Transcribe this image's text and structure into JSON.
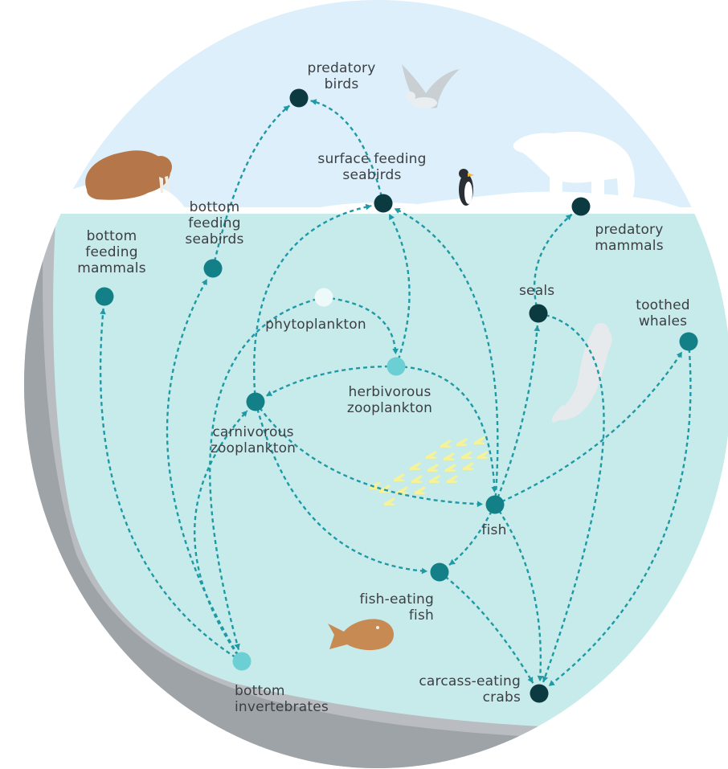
{
  "colors": {
    "sky": "#dceffa",
    "water": "#c7ebeb",
    "seafloor": "#a7abaf",
    "arrow": "#1f9aa5",
    "node_dark": "#0b3b40",
    "node_teal": "#137f86",
    "node_light": "#6ccfd3",
    "node_white": "#eef9fa",
    "walrus": "#b5774a",
    "fish_shape": "#c88a53",
    "school_fish": "#f4f29a",
    "ice": "#ffffff",
    "seal": "#e6eaec"
  },
  "nodes": [
    {
      "id": "predatory_birds",
      "label": "predatory\nbirds",
      "tone": "dark"
    },
    {
      "id": "surface_seabirds",
      "label": "surface feeding\nseabirds",
      "tone": "dark"
    },
    {
      "id": "bottom_seabirds",
      "label": "bottom\nfeeding\nseabirds",
      "tone": "teal"
    },
    {
      "id": "bottom_mammals",
      "label": "bottom\nfeeding\nmammals",
      "tone": "teal"
    },
    {
      "id": "predatory_mammals",
      "label": "predatory\nmammals",
      "tone": "dark"
    },
    {
      "id": "seals",
      "label": "seals",
      "tone": "dark"
    },
    {
      "id": "toothed_whales",
      "label": "toothed\nwhales",
      "tone": "teal"
    },
    {
      "id": "phytoplankton",
      "label": "phytoplankton",
      "tone": "white"
    },
    {
      "id": "herbivorous_zooplankton",
      "label": "herbivorous\nzooplankton",
      "tone": "light"
    },
    {
      "id": "carnivorous_zooplankton",
      "label": "carnivorous\nzooplankton",
      "tone": "teal"
    },
    {
      "id": "fish",
      "label": "fish",
      "tone": "teal"
    },
    {
      "id": "fish_eating_fish",
      "label": "fish-eating\nfish",
      "tone": "teal"
    },
    {
      "id": "carcass_crabs",
      "label": "carcass-eating\ncrabs",
      "tone": "dark"
    },
    {
      "id": "bottom_invertebrates",
      "label": "bottom\ninvertebrates",
      "tone": "light"
    }
  ],
  "links": [
    {
      "from": "bottom_seabirds",
      "to": "predatory_birds"
    },
    {
      "from": "surface_seabirds",
      "to": "predatory_birds"
    },
    {
      "from": "phytoplankton",
      "to": "herbivorous_zooplankton"
    },
    {
      "from": "phytoplankton",
      "to": "bottom_invertebrates"
    },
    {
      "from": "herbivorous_zooplankton",
      "to": "surface_seabirds"
    },
    {
      "from": "herbivorous_zooplankton",
      "to": "carnivorous_zooplankton"
    },
    {
      "from": "herbivorous_zooplankton",
      "to": "fish"
    },
    {
      "from": "carnivorous_zooplankton",
      "to": "surface_seabirds"
    },
    {
      "from": "carnivorous_zooplankton",
      "to": "fish"
    },
    {
      "from": "carnivorous_zooplankton",
      "to": "fish_eating_fish"
    },
    {
      "from": "fish",
      "to": "surface_seabirds"
    },
    {
      "from": "fish",
      "to": "seals"
    },
    {
      "from": "fish",
      "to": "toothed_whales"
    },
    {
      "from": "fish",
      "to": "fish_eating_fish"
    },
    {
      "from": "fish",
      "to": "carcass_crabs"
    },
    {
      "from": "fish_eating_fish",
      "to": "carcass_crabs"
    },
    {
      "from": "seals",
      "to": "predatory_mammals"
    },
    {
      "from": "seals",
      "to": "carcass_crabs"
    },
    {
      "from": "toothed_whales",
      "to": "carcass_crabs"
    },
    {
      "from": "bottom_invertebrates",
      "to": "bottom_mammals"
    },
    {
      "from": "bottom_invertebrates",
      "to": "bottom_seabirds"
    },
    {
      "from": "bottom_invertebrates",
      "to": "carnivorous_zooplankton"
    }
  ],
  "illustrations": [
    "walrus-icon",
    "seagull-icon",
    "penguin-icon",
    "polar-bear-icon",
    "seal-icon",
    "flatfish-icon",
    "fish-school-icon"
  ]
}
